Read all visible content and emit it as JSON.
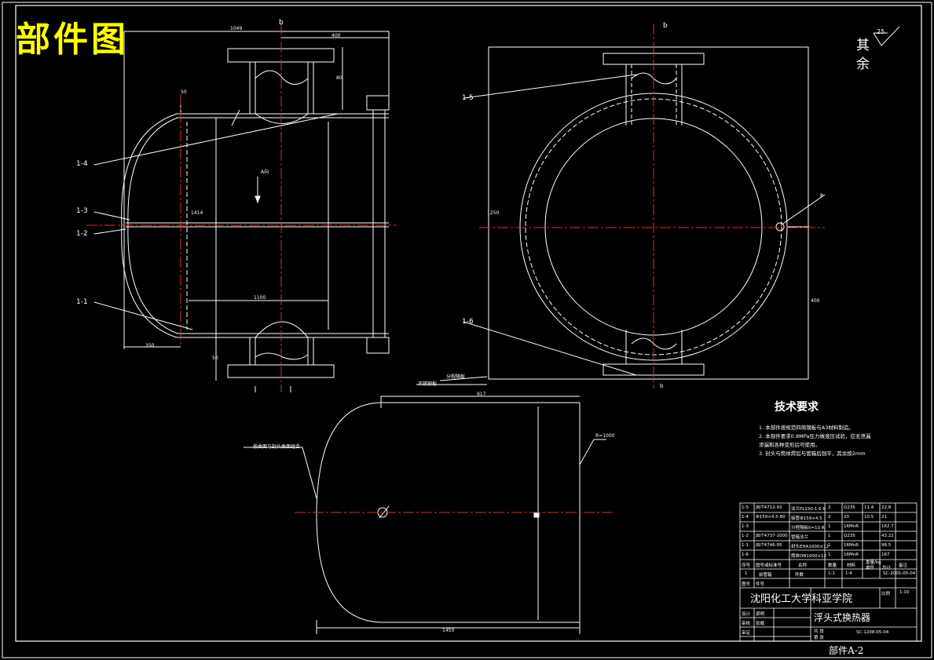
{
  "header": {
    "title": "部件图"
  },
  "roughness": {
    "label": "其余",
    "value": "25"
  },
  "section_marks": {
    "top_left": "b",
    "top_right": "b",
    "bottom_right": "b",
    "arrow_mark": "A向"
  },
  "part_callouts": [
    "1-4",
    "1-3",
    "1-2",
    "1-1",
    "1-5",
    "1-6"
  ],
  "dimensions": {
    "top_total": "1049",
    "top_nozzle": "400",
    "left_small": "50",
    "nozzle_height": "80",
    "height_main": "1414",
    "inner_length": "1100",
    "left_bottom": "350",
    "bottom_small": "50",
    "right_height": "1250",
    "right_lower": "400",
    "weld_right": "8",
    "bottom_top_width": "917",
    "bottom_width": "1450",
    "bottom_right_label": "R=1000"
  },
  "bottom_view": {
    "notes": [
      "分程隔板",
      "不锈钢板"
    ],
    "left_note": "按曲面与封头曲面组合"
  },
  "tech_requirements": {
    "title": "技术要求",
    "items": [
      "1. 本部件按规范四周钢板与A3材料制造。",
      "2. 本部件要求0.8MPa压力做液压试验，应无泄漏",
      "   渗漏和各种变形后可使用。",
      "3. 封头与筒体焊后与管箱后刨平，其余按2mm"
    ]
  },
  "title_block": {
    "bom_rows": [
      [
        "1-5",
        "JB/T4712-92",
        "法兰PL150-1.6 R",
        "2",
        "Q235",
        "11.4",
        "22.8"
      ],
      [
        "1-4",
        "Ф159×4.5-80",
        "接管Ф159×4.5",
        "2",
        "20",
        "10.5",
        "21"
      ],
      [
        "1-3",
        "",
        "分程隔板δ=10 R",
        "1",
        "16MnR",
        "",
        "162.7"
      ],
      [
        "1-2",
        "JB/T4737-2000",
        "管箱法兰",
        "1",
        "Q235",
        "",
        "43.22"
      ],
      [
        "1-1",
        "JB/T4746-95",
        "封头EHA1000×12",
        "1",
        "16MnR",
        "",
        "98.5"
      ],
      [
        "1-6",
        "",
        "筒体DN1000×12",
        "1",
        "16MnR",
        "",
        "167"
      ]
    ],
    "bom_header": [
      "序号",
      "图号或标准号",
      "名称",
      "数量",
      "材料",
      "单件",
      "总计",
      "备注"
    ],
    "mass_header": "重量/kg",
    "rows_lower": [
      "1",
      "前管箱",
      "件数",
      "1:1",
      "1:4"
    ],
    "drawing_no": "SC-2001-05-04",
    "fill_labels": [
      "设计",
      "审核",
      "审定",
      "图号",
      "件号"
    ],
    "date": "",
    "scale": "1:10",
    "school": "沈阳化工大学科亚学院",
    "drawing_name": "浮头式换热器",
    "part_name": "部件A-2",
    "sheet_code": "SC-1208-05-04",
    "side_labels": [
      "共 张",
      "第 张"
    ],
    "names": [
      "梁明",
      "张威"
    ]
  }
}
